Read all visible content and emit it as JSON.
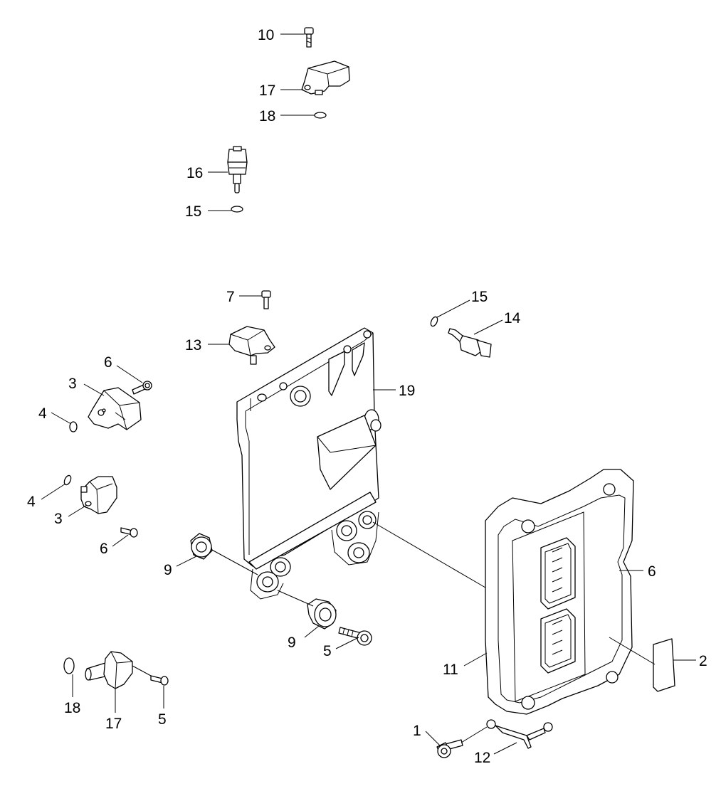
{
  "callouts": [
    {
      "id": "c-10",
      "label": "10"
    },
    {
      "id": "c-17a",
      "label": "17"
    },
    {
      "id": "c-18a",
      "label": "18"
    },
    {
      "id": "c-16",
      "label": "16"
    },
    {
      "id": "c-15a",
      "label": "15"
    },
    {
      "id": "c-7",
      "label": "7"
    },
    {
      "id": "c-13",
      "label": "13"
    },
    {
      "id": "c-15b",
      "label": "15"
    },
    {
      "id": "c-14",
      "label": "14"
    },
    {
      "id": "c-19",
      "label": "19"
    },
    {
      "id": "c-6a",
      "label": "6"
    },
    {
      "id": "c-3a",
      "label": "3"
    },
    {
      "id": "c-4a",
      "label": "4"
    },
    {
      "id": "c-4b",
      "label": "4"
    },
    {
      "id": "c-3b",
      "label": "3"
    },
    {
      "id": "c-6b",
      "label": "6"
    },
    {
      "id": "c-9a",
      "label": "9"
    },
    {
      "id": "c-9b",
      "label": "9"
    },
    {
      "id": "c-5a",
      "label": "5"
    },
    {
      "id": "c-6c",
      "label": "6"
    },
    {
      "id": "c-2",
      "label": "2"
    },
    {
      "id": "c-11",
      "label": "11"
    },
    {
      "id": "c-18b",
      "label": "18"
    },
    {
      "id": "c-17b",
      "label": "17"
    },
    {
      "id": "c-5b",
      "label": "5"
    },
    {
      "id": "c-1",
      "label": "1"
    },
    {
      "id": "c-12",
      "label": "12"
    }
  ]
}
